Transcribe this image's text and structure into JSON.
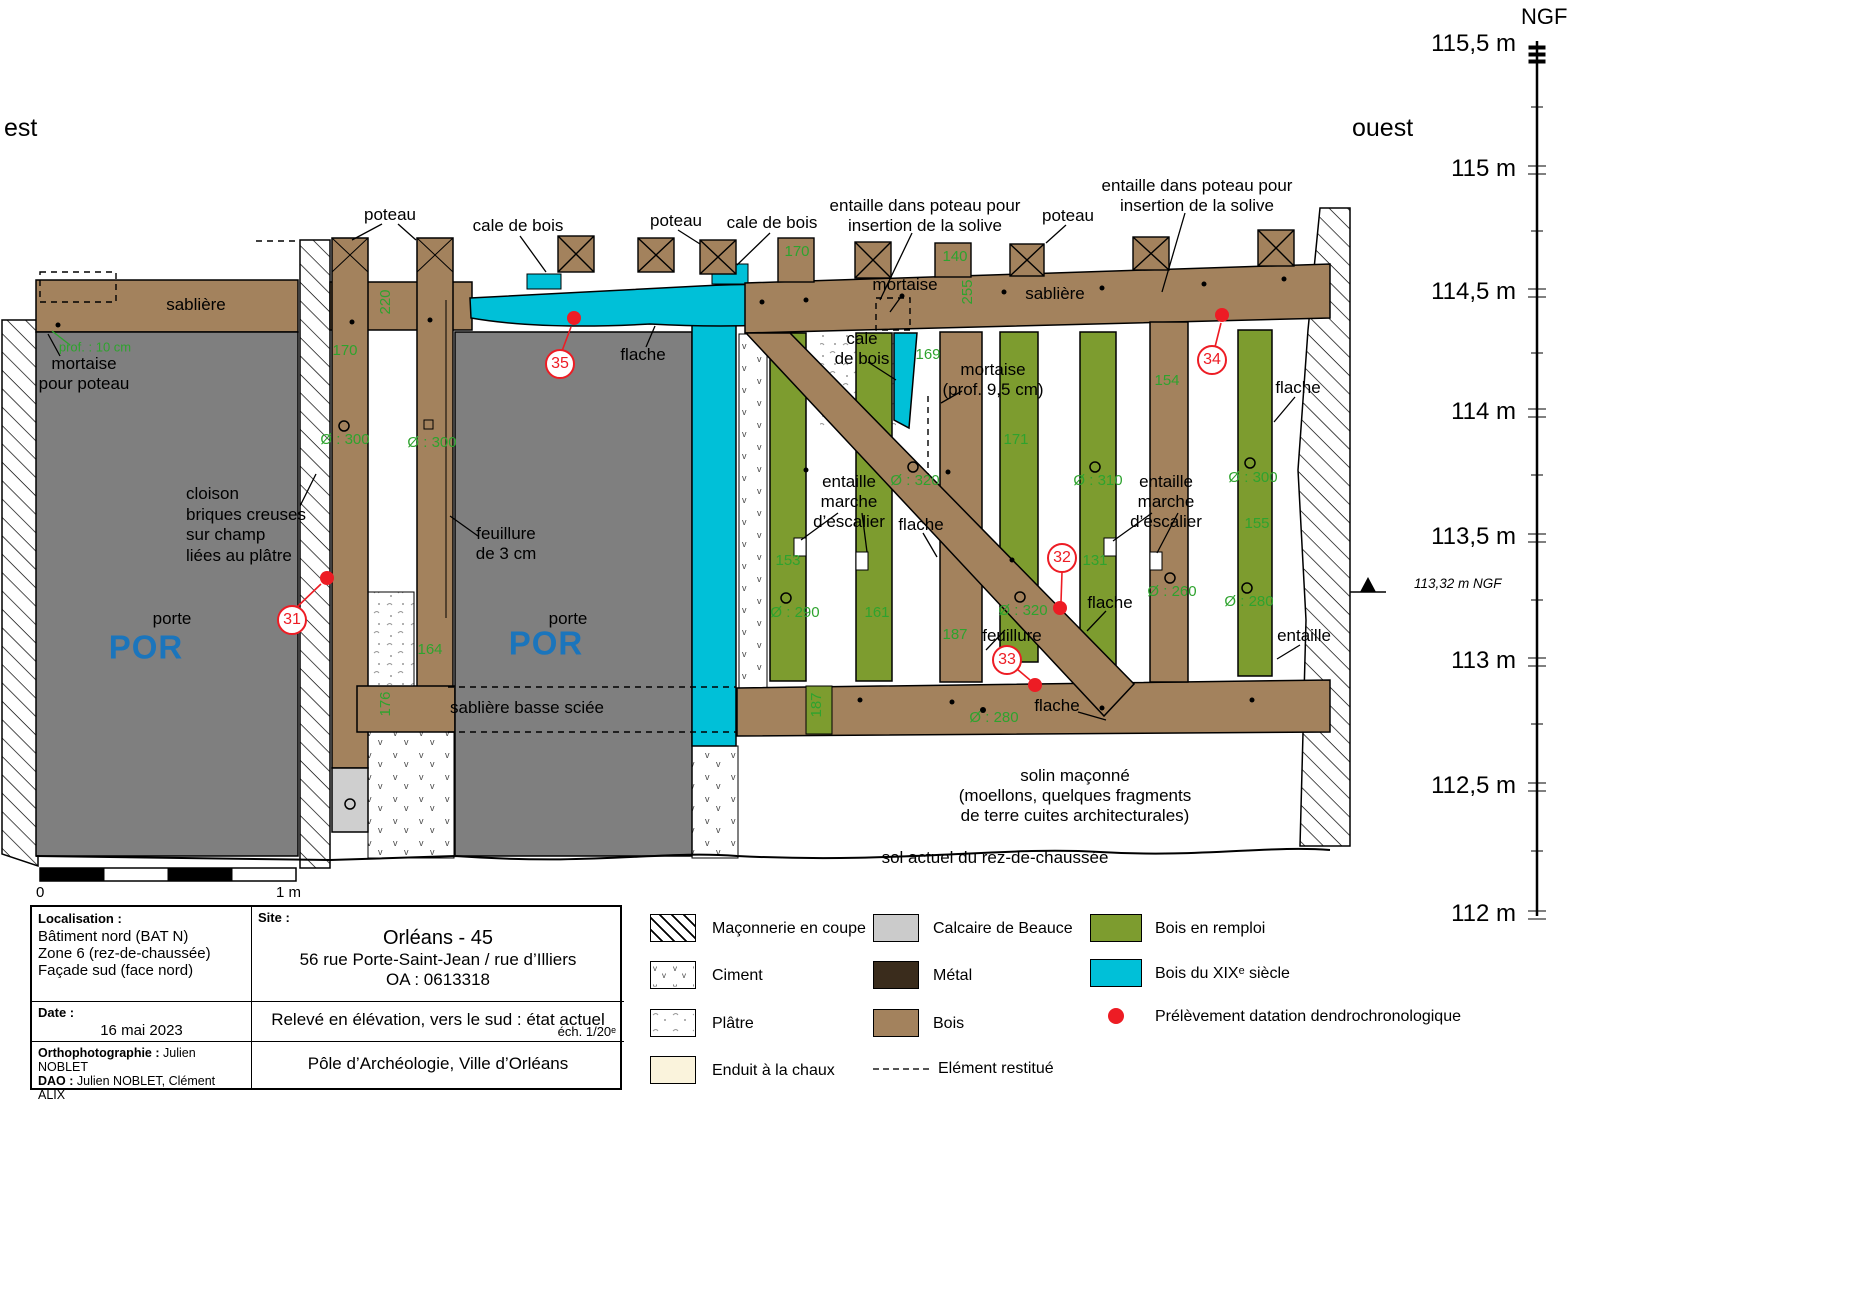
{
  "orientation": {
    "left": "est",
    "right": "ouest"
  },
  "ngf": {
    "title": "NGF",
    "labels": [
      "115,5 m",
      "115 m",
      "114,5 m",
      "114 m",
      "113,5 m",
      "113 m",
      "112,5 m",
      "112 m"
    ],
    "marker": "113,32 m NGF"
  },
  "callouts": {
    "poteau_a": "poteau",
    "cale_bois_a": "cale de bois",
    "poteau_b": "poteau",
    "cale_bois_b": "cale de bois",
    "entaille_solive_a": "entaille dans poteau pour\ninsertion de la solive",
    "poteau_c": "poteau",
    "entaille_solive_b": "entaille dans poteau pour\ninsertion de la solive",
    "mortaise_top": "mortaise",
    "sabliere_right": "sablière",
    "sabliere_left": "sablière",
    "mortaise_pour_poteau": "mortaise\npour poteau",
    "cloison": "cloison\nbriques creuses\nsur champ\nliées au plâtre",
    "porte_left": "porte",
    "por_left": "POR",
    "feuillure_3cm": "feuillure\nde 3 cm",
    "porte_mid": "porte",
    "por_mid": "POR",
    "sabliere_basse": "sablière basse sciée",
    "flache_top": "flache",
    "cale_de_bois_right": "cale\nde bois",
    "mortaise_prof": "mortaise\n(prof. 9,5 cm)",
    "entaille_marche_a": "entaille\nmarche\nd’escalier",
    "flache_mid": "flache",
    "entaille_marche_b": "entaille\nmarche\nd’escalier",
    "flache_right": "flache",
    "flache_brace": "flache",
    "feuillure_b": "feuillure",
    "entaille_right": "entaille",
    "flache_bottom": "flache",
    "solin": "solin maçonné\n(moellons, quelques fragments\nde terre cuites architecturales)",
    "sol_actuel": "sol actuel du rez-de-chaussée"
  },
  "measures": {
    "prof10": "prof. : 10 cm",
    "m220": "220",
    "m170a": "170",
    "m170b": "170",
    "m140": "140",
    "m255": "255",
    "m169": "169",
    "m171": "171",
    "m154": "154",
    "m155": "155",
    "m153": "153",
    "m161": "161",
    "m187a": "187",
    "m187b": "187",
    "m131": "131",
    "m164": "164",
    "m176": "176",
    "d300a": "Ø : 300",
    "d300b": "Ø : 300",
    "d320a": "Ø : 320",
    "d320b": "Ø : 320",
    "d310": "Ø : 310",
    "d300c": "Ø : 300",
    "d290": "Ø : 290",
    "d260": "Ø : 260",
    "d280a": "Ø : 280",
    "d280b": "Ø : 280"
  },
  "samples": {
    "s31": "31",
    "s32": "32",
    "s33": "33",
    "s34": "34",
    "s35": "35"
  },
  "scalebar": {
    "zero": "0",
    "one": "1 m"
  },
  "legend": {
    "maconnerie": "Maçonnerie en coupe",
    "ciment": "Ciment",
    "platre": "Plâtre",
    "enduit": "Enduit à la chaux",
    "calcaire": "Calcaire de Beauce",
    "metal": "Métal",
    "bois": "Bois",
    "remploi": "Bois en remploi",
    "xix": "Bois du XIXᵉ siècle",
    "dendro": "Prélèvement datation dendrochronologique",
    "restitue": "Elément restitué"
  },
  "titleblock": {
    "loc_label": "Localisation :",
    "loc_line1": "Bâtiment nord (BAT N)",
    "loc_line2": "Zone 6 (rez-de-chaussée)",
    "loc_line3": "Façade sud (face nord)",
    "site_label": "Site :",
    "site_line1": "Orléans - 45",
    "site_line2": "56 rue Porte-Saint-Jean / rue d’Illiers",
    "site_line3": "OA : 0613318",
    "date_label": "Date :",
    "date_value": "16 mai 2023",
    "releve": "Relevé en élévation, vers le sud : état actuel",
    "echelle": "éch.  1/20ᵉ",
    "ortho_label": "Orthophotographie :",
    "ortho_value": "Julien NOBLET",
    "dao_label": "DAO :",
    "dao_value": "Julien NOBLET, Clément ALIX",
    "pole": "Pôle d’Archéologie, Ville d’Orléans"
  },
  "colors": {
    "wood": "#A3825D",
    "remploi_green": "#7D9C2F",
    "cyan_xix": "#00C0D8",
    "annotation_green": "#2EA32E",
    "sample_red": "#ED1C24",
    "por_blue": "#1B75BC",
    "wall_grey": "#7F7F7F"
  }
}
